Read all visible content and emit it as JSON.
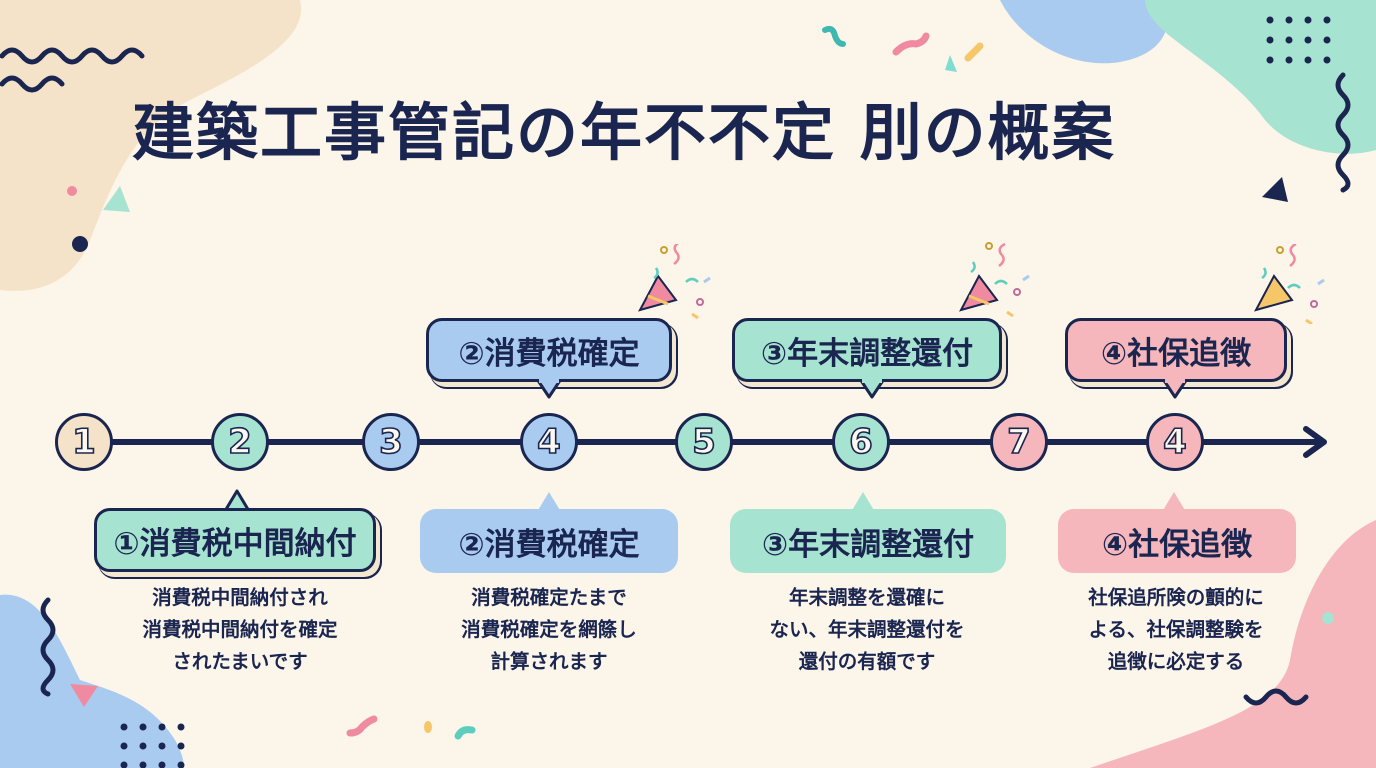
{
  "title": "建築工事管記の年不不定 刖の概案",
  "colors": {
    "navy": "#1a2550",
    "background": "#fcf5e9",
    "beige": "#f4e3c8",
    "mint": "#a6e3d0",
    "blue": "#a9cbef",
    "pink": "#f5b6bc"
  },
  "timeline": {
    "arrow_icon": "arrow-right",
    "nodes": [
      {
        "label": "1",
        "color": "#f4e3c8"
      },
      {
        "label": "2",
        "color": "#a6e3d0"
      },
      {
        "label": "3",
        "color": "#a9cbef"
      },
      {
        "label": "4",
        "color": "#a9cbef"
      },
      {
        "label": "5",
        "color": "#a6e3d0"
      },
      {
        "label": "6",
        "color": "#a6e3d0"
      },
      {
        "label": "7",
        "color": "#f5b6bc"
      },
      {
        "label": "4",
        "color": "#f5b6bc"
      }
    ]
  },
  "top_callouts": [
    {
      "label": "②消費税確定",
      "color": "#a9cbef",
      "icon": "party-popper"
    },
    {
      "label": "③年末調整還付",
      "color": "#a6e3d0",
      "icon": "party-popper"
    },
    {
      "label": "④社保追徴",
      "color": "#f5b6bc",
      "icon": "party-popper"
    }
  ],
  "bottom_callouts": [
    {
      "label": "①消費税中間納付",
      "color": "#a6e3d0",
      "lines": [
        "消費税中間納付され",
        "消費税中間納付を確定",
        "されたまいです"
      ]
    },
    {
      "label": "②消費税確定",
      "color": "#a9cbef",
      "lines": [
        "消費税確定たまで",
        "消費税確定を網篨し",
        "計算されます"
      ]
    },
    {
      "label": "③年末調整還付",
      "color": "#a6e3d0",
      "lines": [
        "年末調整を還確に",
        "ない、年末調整還付を",
        "還付の有額です"
      ]
    },
    {
      "label": "④社保追徴",
      "color": "#f5b6bc",
      "lines": [
        "社保追所険の顫的に",
        "よる、社保調整験を",
        "追徴に必定する"
      ]
    }
  ]
}
